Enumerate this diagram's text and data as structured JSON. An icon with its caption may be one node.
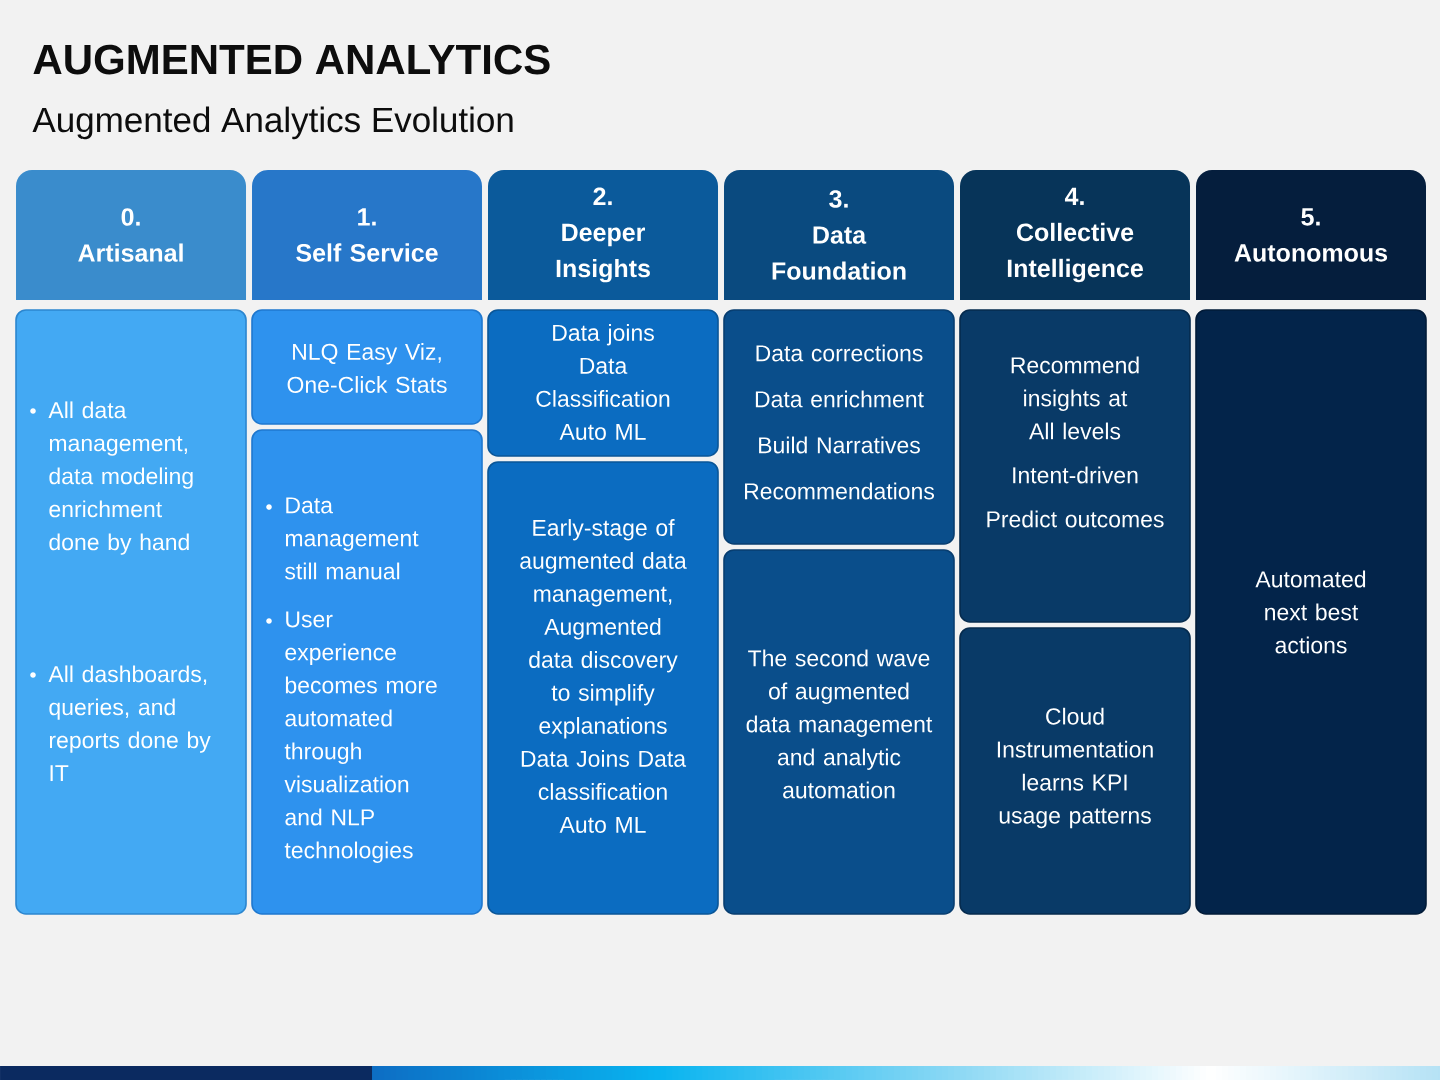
{
  "diagram": {
    "title": "AUGMENTED ANALYTICS",
    "nodes": [
      {
        "text": [
          "0.",
          "Artisanal"
        ]
      },
      {
        "text": [
          "1.",
          "Self Service"
        ]
      },
      {
        "text": [
          "2.",
          "Deeper Insights"
        ]
      },
      {
        "text": [
          "3.",
          "Data Foundation"
        ]
      },
      {
        "text": [
          "4.",
          "Collective Intelligence"
        ]
      },
      {
        "text": [
          "5.",
          "Autonomous"
        ]
      },
      {
        "text": [
          "All data management, data modeling enrichment done by hand",
          "All dashboards, queries, and reports done by IT"
        ]
      },
      {
        "text": [
          "NLQ Easy Viz, One-Click Stats"
        ]
      },
      {
        "text": [
          "Data management still manual",
          "User experience becomes more automated through visualization and NLP technologies"
        ]
      },
      {
        "text": [
          "Data joins",
          "Data Classification",
          "Auto ML"
        ]
      },
      {
        "text": [
          "Early-stage of augmented data management, Augmented data discovery to simplify explanations Data Joins Data classification Auto ML"
        ]
      },
      {
        "text": [
          "Data corrections",
          "Data enrichment",
          "Build Narratives",
          "Recommendations"
        ]
      },
      {
        "text": [
          "The second wave of augmented data management and analytic automation"
        ]
      },
      {
        "text": [
          "Recommend insights at All levels",
          "Intent-driven",
          "Predict outcomes"
        ]
      },
      {
        "text": [
          "Cloud Instrumentation learns KPI usage patterns"
        ]
      },
      {
        "text": [
          "Automated next best actions"
        ]
      }
    ],
    "labels": [
      "Augmented Analytics Evolution"
    ]
  }
}
